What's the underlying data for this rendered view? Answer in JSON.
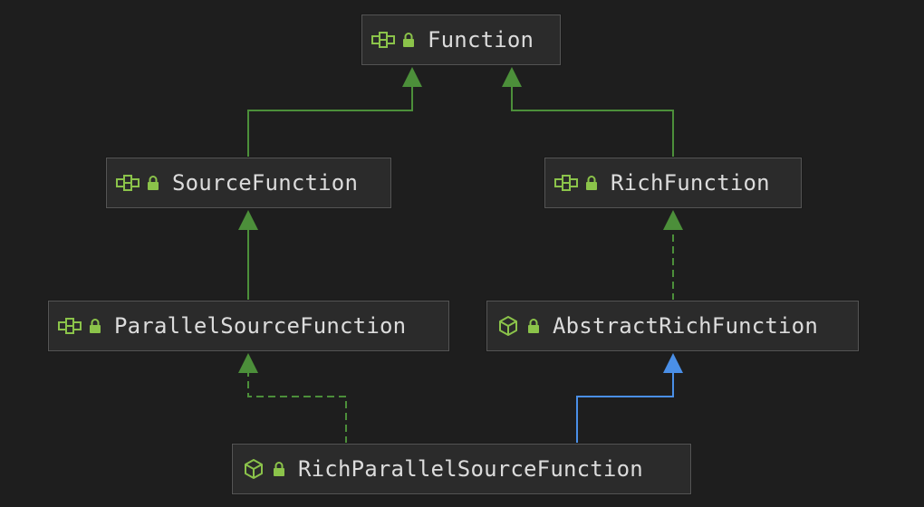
{
  "colors": {
    "background": "#1e1e1e",
    "node_fill": "#2b2b2b",
    "node_border": "#555555",
    "text": "#dcdcdc",
    "interface_icon": "#8bc34a",
    "lock_icon": "#8bc34a",
    "extends_edge": "#4caf50",
    "implements_edge": "#4caf50",
    "class_extends_edge": "#4a8fe7"
  },
  "nodes": {
    "function": {
      "label": "Function",
      "kind": "interface",
      "icon": "interface-icon",
      "lock": "lock-icon"
    },
    "source_function": {
      "label": "SourceFunction",
      "kind": "interface",
      "icon": "interface-icon",
      "lock": "lock-icon"
    },
    "rich_function": {
      "label": "RichFunction",
      "kind": "interface",
      "icon": "interface-icon",
      "lock": "lock-icon"
    },
    "parallel_source_function": {
      "label": "ParallelSourceFunction",
      "kind": "interface",
      "icon": "interface-icon",
      "lock": "lock-icon"
    },
    "abstract_rich_function": {
      "label": "AbstractRichFunction",
      "kind": "abstract-class",
      "icon": "abstract-class-icon",
      "lock": "lock-icon"
    },
    "rich_parallel_source_function": {
      "label": "RichParallelSourceFunction",
      "kind": "abstract-class",
      "icon": "abstract-class-icon",
      "lock": "lock-icon"
    }
  },
  "edges": [
    {
      "from": "SourceFunction",
      "to": "Function",
      "style": "solid",
      "color": "green"
    },
    {
      "from": "RichFunction",
      "to": "Function",
      "style": "solid",
      "color": "green"
    },
    {
      "from": "ParallelSourceFunction",
      "to": "SourceFunction",
      "style": "solid",
      "color": "green"
    },
    {
      "from": "AbstractRichFunction",
      "to": "RichFunction",
      "style": "dashed",
      "color": "green"
    },
    {
      "from": "RichParallelSourceFunction",
      "to": "ParallelSourceFunction",
      "style": "dashed",
      "color": "green"
    },
    {
      "from": "RichParallelSourceFunction",
      "to": "AbstractRichFunction",
      "style": "solid",
      "color": "blue"
    }
  ]
}
